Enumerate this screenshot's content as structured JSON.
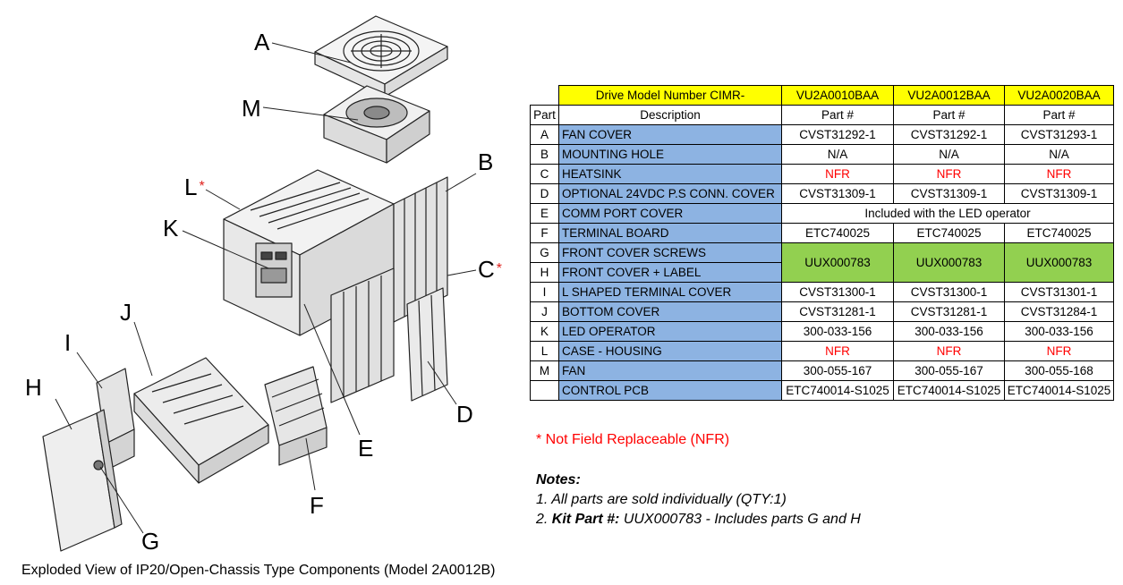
{
  "diagram": {
    "labels": {
      "A": "A",
      "M": "M",
      "B": "B",
      "L": "L",
      "K": "K",
      "C": "C",
      "J": "J",
      "I": "I",
      "H": "H",
      "D": "D",
      "E": "E",
      "F": "F",
      "G": "G"
    },
    "star": "*",
    "caption": "Exploded View of IP20/Open-Chassis Type Components (Model 2A0012B)"
  },
  "table": {
    "header_label": "Drive Model Number CIMR-",
    "models": [
      "VU2A0010BAA",
      "VU2A0012BAA",
      "VU2A0020BAA"
    ],
    "sub_part": "Part",
    "sub_desc": "Description",
    "sub_partno": [
      "Part #",
      "Part #",
      "Part #"
    ],
    "rows": [
      {
        "part": "A",
        "desc": "FAN COVER",
        "vals": [
          "CVST31292-1",
          "CVST31292-1",
          "CVST31293-1"
        ]
      },
      {
        "part": "B",
        "desc": "MOUNTING HOLE",
        "vals": [
          "N/A",
          "N/A",
          "N/A"
        ]
      },
      {
        "part": "C",
        "desc": "HEATSINK",
        "vals": [
          "NFR",
          "NFR",
          "NFR"
        ],
        "red": true
      },
      {
        "part": "D",
        "desc": "OPTIONAL 24VDC P.S CONN. COVER",
        "vals": [
          "CVST31309-1",
          "CVST31309-1",
          "CVST31309-1"
        ]
      },
      {
        "part": "E",
        "desc": "COMM PORT COVER",
        "span": "Included with the LED operator"
      },
      {
        "part": "F",
        "desc": "TERMINAL BOARD",
        "vals": [
          "ETC740025",
          "ETC740025",
          "ETC740025"
        ]
      },
      {
        "part": "G",
        "desc": "FRONT COVER SCREWS",
        "kit": [
          "UUX000783",
          "UUX000783",
          "UUX000783"
        ]
      },
      {
        "part": "H",
        "desc": "FRONT COVER + LABEL"
      },
      {
        "part": "I",
        "desc": "L SHAPED TERMINAL COVER",
        "vals": [
          "CVST31300-1",
          "CVST31300-1",
          "CVST31301-1"
        ]
      },
      {
        "part": "J",
        "desc": "BOTTOM COVER",
        "vals": [
          "CVST31281-1",
          "CVST31281-1",
          "CVST31284-1"
        ]
      },
      {
        "part": "K",
        "desc": "LED OPERATOR",
        "vals": [
          "300-033-156",
          "300-033-156",
          "300-033-156"
        ]
      },
      {
        "part": "L",
        "desc": "CASE - HOUSING",
        "vals": [
          "NFR",
          "NFR",
          "NFR"
        ],
        "red": true
      },
      {
        "part": "M",
        "desc": "FAN",
        "vals": [
          "300-055-167",
          "300-055-167",
          "300-055-168"
        ]
      },
      {
        "part": "",
        "desc": "CONTROL PCB",
        "vals": [
          "ETC740014-S1025",
          "ETC740014-S1025",
          "ETC740014-S1025"
        ]
      }
    ]
  },
  "nfr_note": "* Not Field Replaceable (NFR)",
  "notes": {
    "title": "Notes:",
    "line1": "1. All parts are sold individually (QTY:1)",
    "line2_prefix": "2.  ",
    "line2_kit": "Kit Part #:",
    "line2_rest": "  UUX000783 - Includes parts G and H"
  },
  "colors": {
    "header_yellow": "#ffff00",
    "desc_blue": "#8db3e2",
    "kit_green": "#92d050",
    "nfr_red": "#ff0000"
  }
}
